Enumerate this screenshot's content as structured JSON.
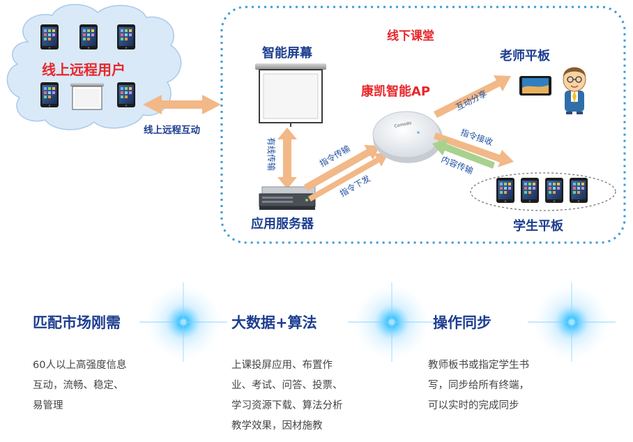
{
  "online": {
    "title": "线上远程用户",
    "interaction_label": "线上远程互动"
  },
  "classroom": {
    "title": "线下课堂",
    "smart_screen": "智能屏幕",
    "ap": "康凯智能AP",
    "teacher_tablet": "老师平板",
    "server": "应用服务器",
    "student_tablet": "学生平板",
    "ap_brand": "Comodo",
    "arrows": {
      "wired": "有线传输",
      "cmd_transfer": "指令传输",
      "cmd_issue": "指令下发",
      "interactive_share": "互动分享",
      "cmd_receive": "指令接收",
      "content_transfer": "内容传输"
    }
  },
  "features": [
    {
      "title": "匹配市场刚需",
      "lines": [
        "60人以上高强度信息",
        "互动，流畅、稳定、",
        "易管理"
      ]
    },
    {
      "title": "大数据+算法",
      "lines": [
        "上课投屏应用、布置作",
        "业、考试、问答、投票、",
        "学习资源下载、算法分析",
        "教学效果，因材施教"
      ]
    },
    {
      "title": "操作同步",
      "lines": [
        "教师板书或指定学生书",
        "写，同步给所有终端，",
        "可以实时的完成同步"
      ]
    }
  ],
  "colors": {
    "accent_red": "#e8262a",
    "navy": "#1d3d8f",
    "arrow_orange": "#f2b887",
    "arrow_green": "#a9d18e",
    "dashed_border": "#3a9bd5"
  }
}
